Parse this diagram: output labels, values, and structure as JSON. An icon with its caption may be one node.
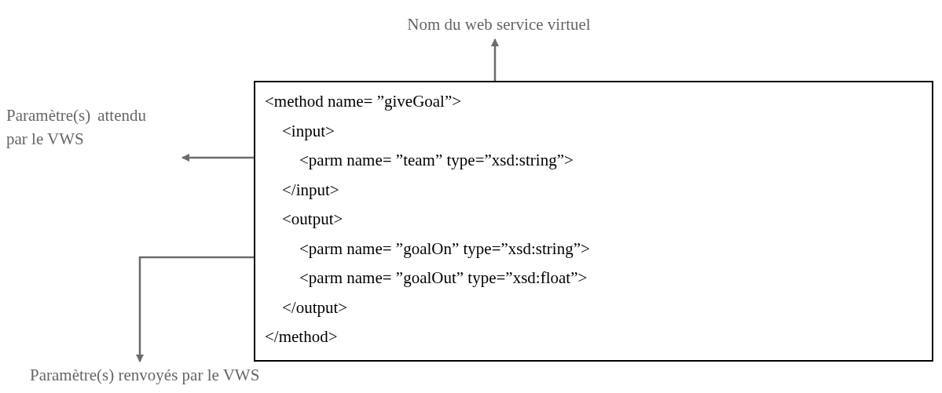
{
  "diagram": {
    "nodes": [
      {
        "text": [
          "<method name= ”giveGoal”>",
          "<input>",
          "<parm name= ”team” type=”xsd:string”>",
          "</input>",
          "<output>",
          "<parm name= ”goalOn” type=”xsd:string”>",
          "<parm name= ”goalOut” type=”xsd:float”>",
          "</output>",
          "</method>"
        ]
      },
      {
        "text": [
          "Nom du web service virtuel"
        ]
      },
      {
        "text": [
          "Paramètre(s) attendu par le VWS"
        ]
      },
      {
        "text": [
          "Paramètre(s) renvoyés par le VWS"
        ]
      }
    ],
    "edges": [
      {
        "from": 0,
        "to": 1,
        "arrow": "to"
      },
      {
        "from": 0,
        "to": 2,
        "arrow": "to"
      },
      {
        "from": 0,
        "to": 3,
        "arrow": "to"
      }
    ]
  }
}
